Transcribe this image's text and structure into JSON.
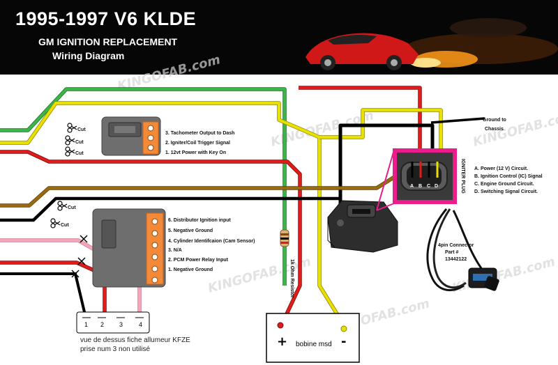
{
  "header": {
    "title": "1995-1997  V6 KLDE",
    "subtitle1": "GM IGNITION  REPLACEMENT",
    "subtitle2": "Wiring  Diagram"
  },
  "cut_label": "Cut",
  "module_top": {
    "pins": [
      "3.  Tachometer Output to Dash",
      "2.  Igniter/Coil Trigger Signal",
      "1.  12vt Power with Key On"
    ]
  },
  "module_bottom": {
    "pins": [
      "6.  Distributor Ignition input",
      "5.  Negative Ground",
      "4.  Cylinder Identifcaion (Cam Sensor)",
      "3.  N/A",
      "2.  PCM Power Relay Input",
      "1.  Negative Ground"
    ]
  },
  "resistor_label": "1k Ohm Resistor",
  "ground": {
    "line1": "Ground to",
    "line2": "Chassis"
  },
  "connector_closeup": {
    "letters": [
      "A",
      "B",
      "C",
      "D"
    ],
    "vertical_label": "IGNITER PLUG",
    "legend": [
      "A. Power (12 V) Circuit.",
      "B. Ignition Control (IC) Signal",
      "C. Engine Ground Circuit.",
      "D. Switching Signal Circuit."
    ]
  },
  "pigtail": {
    "label": [
      "4pin Connector",
      "Part #",
      "13442122"
    ]
  },
  "coil": {
    "plus": "+",
    "minus": "-",
    "label": "bobine msd"
  },
  "plug_view": {
    "numbers": [
      "1",
      "2",
      "3",
      "4"
    ],
    "caption1": "vue de dessus fiche allumeur KFZE",
    "caption2": "prise num 3 non utilisé"
  },
  "watermark": "KINGOFAB.com",
  "colors": {
    "green": "#3bb54a",
    "yellow": "#e8e000",
    "red": "#e01b1b",
    "black": "#111111",
    "brown": "#9a6a12",
    "pink": "#f4a6b8",
    "magenta": "#e91e8c",
    "module_orange": "#f28a3a"
  }
}
